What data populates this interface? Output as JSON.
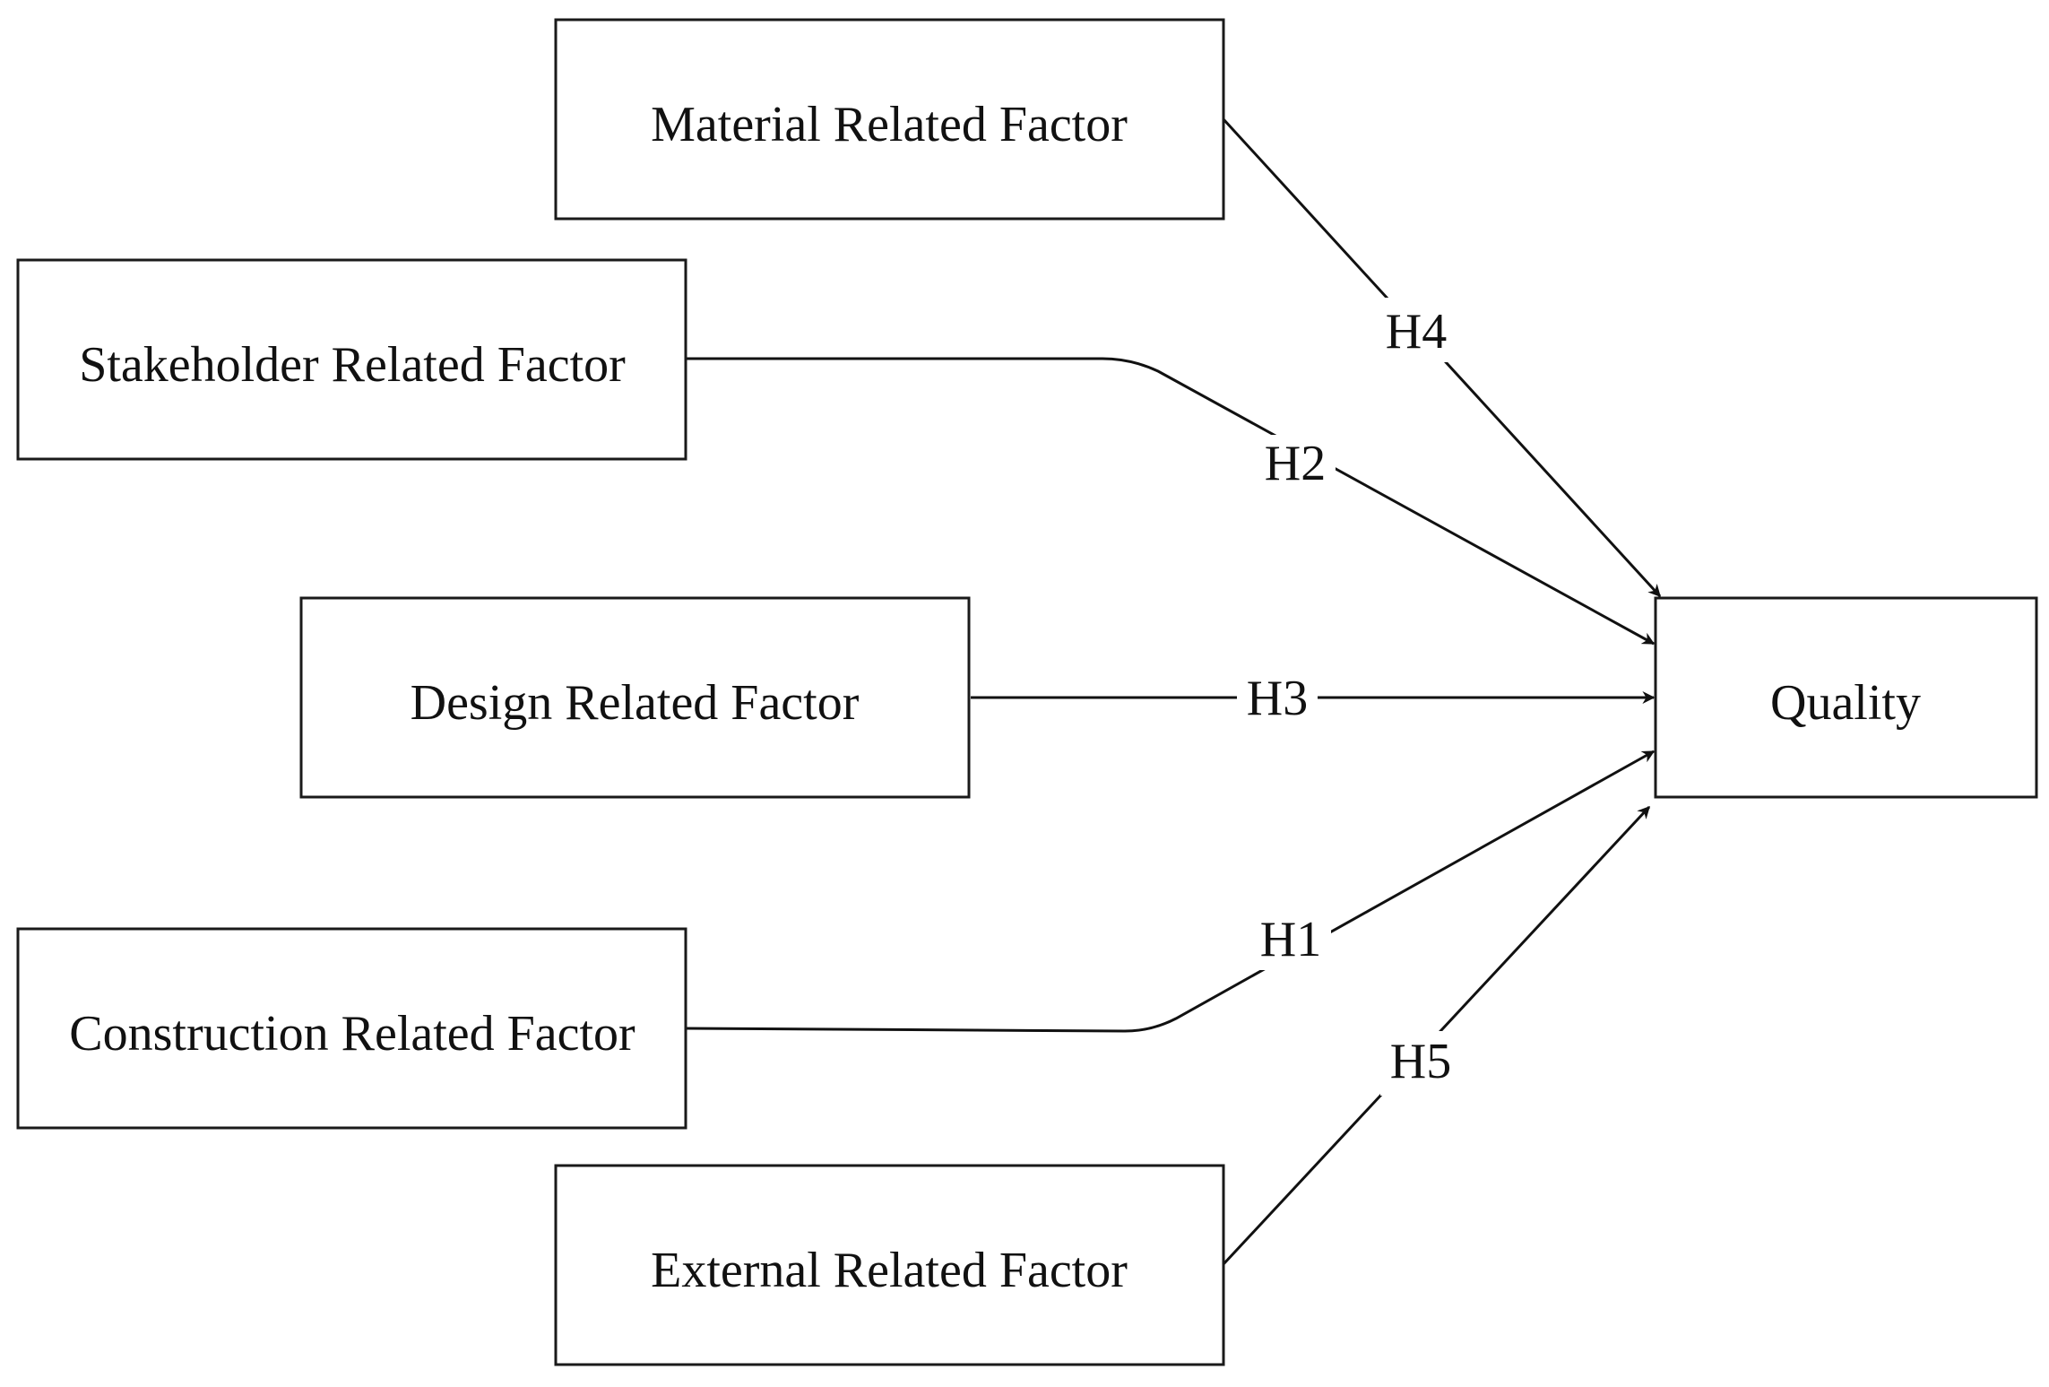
{
  "diagram": {
    "nodes": {
      "material": "Material Related Factor",
      "stakeholder": "Stakeholder Related Factor",
      "design": "Design Related Factor",
      "construction": "Construction Related Factor",
      "external": "External Related Factor",
      "quality": "Quality"
    },
    "edges": [
      {
        "from": "material",
        "to": "quality",
        "label": "H4"
      },
      {
        "from": "stakeholder",
        "to": "quality",
        "label": "H2"
      },
      {
        "from": "design",
        "to": "quality",
        "label": "H3"
      },
      {
        "from": "construction",
        "to": "quality",
        "label": "H1"
      },
      {
        "from": "external",
        "to": "quality",
        "label": "H5"
      }
    ]
  }
}
